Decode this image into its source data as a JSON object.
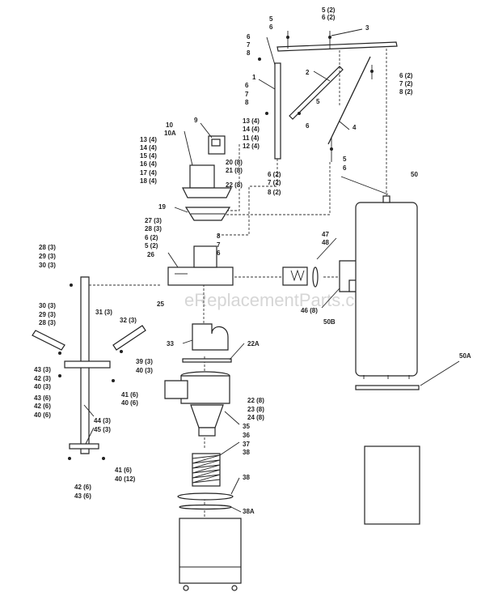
{
  "watermark": "eReplacementParts.com",
  "callouts": [
    {
      "id": "c-5-2-top",
      "text": "5 (2)"
    },
    {
      "id": "c-6-2-top",
      "text": "6 (2)"
    },
    {
      "id": "c-3",
      "text": "3"
    },
    {
      "id": "c-5-a",
      "text": "5"
    },
    {
      "id": "c-6-a",
      "text": "6"
    },
    {
      "id": "c-6-b",
      "text": "6"
    },
    {
      "id": "c-7-a",
      "text": "7"
    },
    {
      "id": "c-8-a",
      "text": "8"
    },
    {
      "id": "c-2",
      "text": "2"
    },
    {
      "id": "c-6-2-right",
      "text": "6 (2)"
    },
    {
      "id": "c-7-2-right",
      "text": "7 (2)"
    },
    {
      "id": "c-8-2-right",
      "text": "8 (2)"
    },
    {
      "id": "c-1",
      "text": "1"
    },
    {
      "id": "c-6-c",
      "text": "6"
    },
    {
      "id": "c-7-b",
      "text": "7"
    },
    {
      "id": "c-8-b",
      "text": "8"
    },
    {
      "id": "c-5-b",
      "text": "5"
    },
    {
      "id": "c-6-d",
      "text": "6"
    },
    {
      "id": "c-4",
      "text": "4"
    },
    {
      "id": "c-9",
      "text": "9"
    },
    {
      "id": "c-10",
      "text": "10"
    },
    {
      "id": "c-10a",
      "text": "10A"
    },
    {
      "id": "c-13-4-a",
      "text": "13 (4)"
    },
    {
      "id": "c-14-4-a",
      "text": "14 (4)"
    },
    {
      "id": "c-11-4",
      "text": "11 (4)"
    },
    {
      "id": "c-12-4",
      "text": "12 (4)"
    },
    {
      "id": "c-13-4-b",
      "text": "13 (4)"
    },
    {
      "id": "c-14-4-b",
      "text": "14 (4)"
    },
    {
      "id": "c-15-4",
      "text": "15 (4)"
    },
    {
      "id": "c-16-4",
      "text": "16 (4)"
    },
    {
      "id": "c-17-4",
      "text": "17 (4)"
    },
    {
      "id": "c-18-4",
      "text": "18 (4)"
    },
    {
      "id": "c-20-8",
      "text": "20 (8)"
    },
    {
      "id": "c-21-8",
      "text": "21 (8)"
    },
    {
      "id": "c-22-8-top",
      "text": "22 (8)"
    },
    {
      "id": "c-6-2-mid",
      "text": "6 (2)"
    },
    {
      "id": "c-7-2-mid",
      "text": "7 (2)"
    },
    {
      "id": "c-8-2-mid",
      "text": "8 (2)"
    },
    {
      "id": "c-5-c",
      "text": "5"
    },
    {
      "id": "c-6-e",
      "text": "6"
    },
    {
      "id": "c-50",
      "text": "50"
    },
    {
      "id": "c-19",
      "text": "19"
    },
    {
      "id": "c-27-3",
      "text": "27 (3)"
    },
    {
      "id": "c-28-3-a",
      "text": "28 (3)"
    },
    {
      "id": "c-6-2-b",
      "text": "6 (2)"
    },
    {
      "id": "c-5-2-b",
      "text": "5 (2)"
    },
    {
      "id": "c-8-c",
      "text": "8"
    },
    {
      "id": "c-7-c",
      "text": "7"
    },
    {
      "id": "c-6-f",
      "text": "6"
    },
    {
      "id": "c-26",
      "text": "26"
    },
    {
      "id": "c-47",
      "text": "47"
    },
    {
      "id": "c-48",
      "text": "48"
    },
    {
      "id": "c-28-3-b",
      "text": "28 (3)"
    },
    {
      "id": "c-29-3-a",
      "text": "29 (3)"
    },
    {
      "id": "c-30-3-a",
      "text": "30 (3)"
    },
    {
      "id": "c-30-3-b",
      "text": "30 (3)"
    },
    {
      "id": "c-29-3-b",
      "text": "29 (3)"
    },
    {
      "id": "c-28-3-c",
      "text": "28 (3)"
    },
    {
      "id": "c-31-3",
      "text": "31 (3)"
    },
    {
      "id": "c-25",
      "text": "25"
    },
    {
      "id": "c-46-8",
      "text": "46 (8)"
    },
    {
      "id": "c-50b",
      "text": "50B"
    },
    {
      "id": "c-32-3",
      "text": "32 (3)"
    },
    {
      "id": "c-33",
      "text": "33"
    },
    {
      "id": "c-22a",
      "text": "22A"
    },
    {
      "id": "c-50a",
      "text": "50A"
    },
    {
      "id": "c-39-3",
      "text": "39 (3)"
    },
    {
      "id": "c-40-3-a",
      "text": "40 (3)"
    },
    {
      "id": "c-43-3",
      "text": "43 (3)"
    },
    {
      "id": "c-42-3",
      "text": "42 (3)"
    },
    {
      "id": "c-40-3-b",
      "text": "40 (3)"
    },
    {
      "id": "c-43-6",
      "text": "43 (6)"
    },
    {
      "id": "c-42-6-a",
      "text": "42 (6)"
    },
    {
      "id": "c-40-6-a",
      "text": "40 (6)"
    },
    {
      "id": "c-41-6-a",
      "text": "41 (6)"
    },
    {
      "id": "c-40-6-b",
      "text": "40 (6)"
    },
    {
      "id": "c-22-8-b",
      "text": "22 (8)"
    },
    {
      "id": "c-23-8",
      "text": "23 (8)"
    },
    {
      "id": "c-24-8",
      "text": "24 (8)"
    },
    {
      "id": "c-44-3",
      "text": "44 (3)"
    },
    {
      "id": "c-35",
      "text": "35"
    },
    {
      "id": "c-45-3",
      "text": "45 (3)"
    },
    {
      "id": "c-36",
      "text": "36"
    },
    {
      "id": "c-37",
      "text": "37"
    },
    {
      "id": "c-38-a",
      "text": "38"
    },
    {
      "id": "c-41-6-b",
      "text": "41 (6)"
    },
    {
      "id": "c-40-12",
      "text": "40 (12)"
    },
    {
      "id": "c-38-b",
      "text": "38"
    },
    {
      "id": "c-42-6-b",
      "text": "42 (6)"
    },
    {
      "id": "c-43-6-b",
      "text": "43 (6)"
    },
    {
      "id": "c-38a",
      "text": "38A"
    }
  ]
}
